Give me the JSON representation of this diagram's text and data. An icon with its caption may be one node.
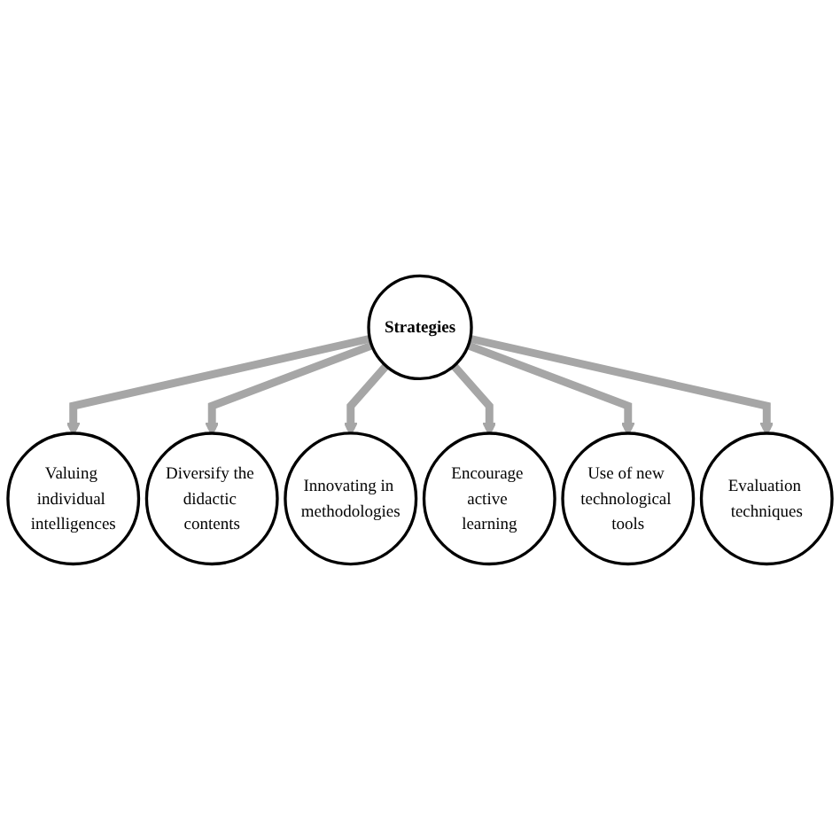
{
  "diagram": {
    "nodes": [
      {
        "text": [
          "Valuing individual intelligences"
        ]
      },
      {
        "text": [
          "Evaluation techniques"
        ]
      },
      {
        "text": [
          "Diversify the didactic contents"
        ]
      },
      {
        "text": [
          "Strategies"
        ]
      },
      {
        "text": [
          "Use of new technological tools"
        ]
      },
      {
        "text": [
          "Innovating in methodologies"
        ]
      },
      {
        "text": [
          "Encourage active learning"
        ]
      }
    ],
    "edges": [
      {
        "from": 3,
        "to": 0,
        "arrow": "to"
      },
      {
        "from": 3,
        "to": 2,
        "arrow": "to"
      },
      {
        "from": 3,
        "to": 5,
        "arrow": "to"
      },
      {
        "from": 3,
        "to": 6,
        "arrow": "to"
      },
      {
        "from": 3,
        "to": 4,
        "arrow": "to"
      },
      {
        "from": 3,
        "to": 1,
        "arrow": "to"
      }
    ]
  }
}
